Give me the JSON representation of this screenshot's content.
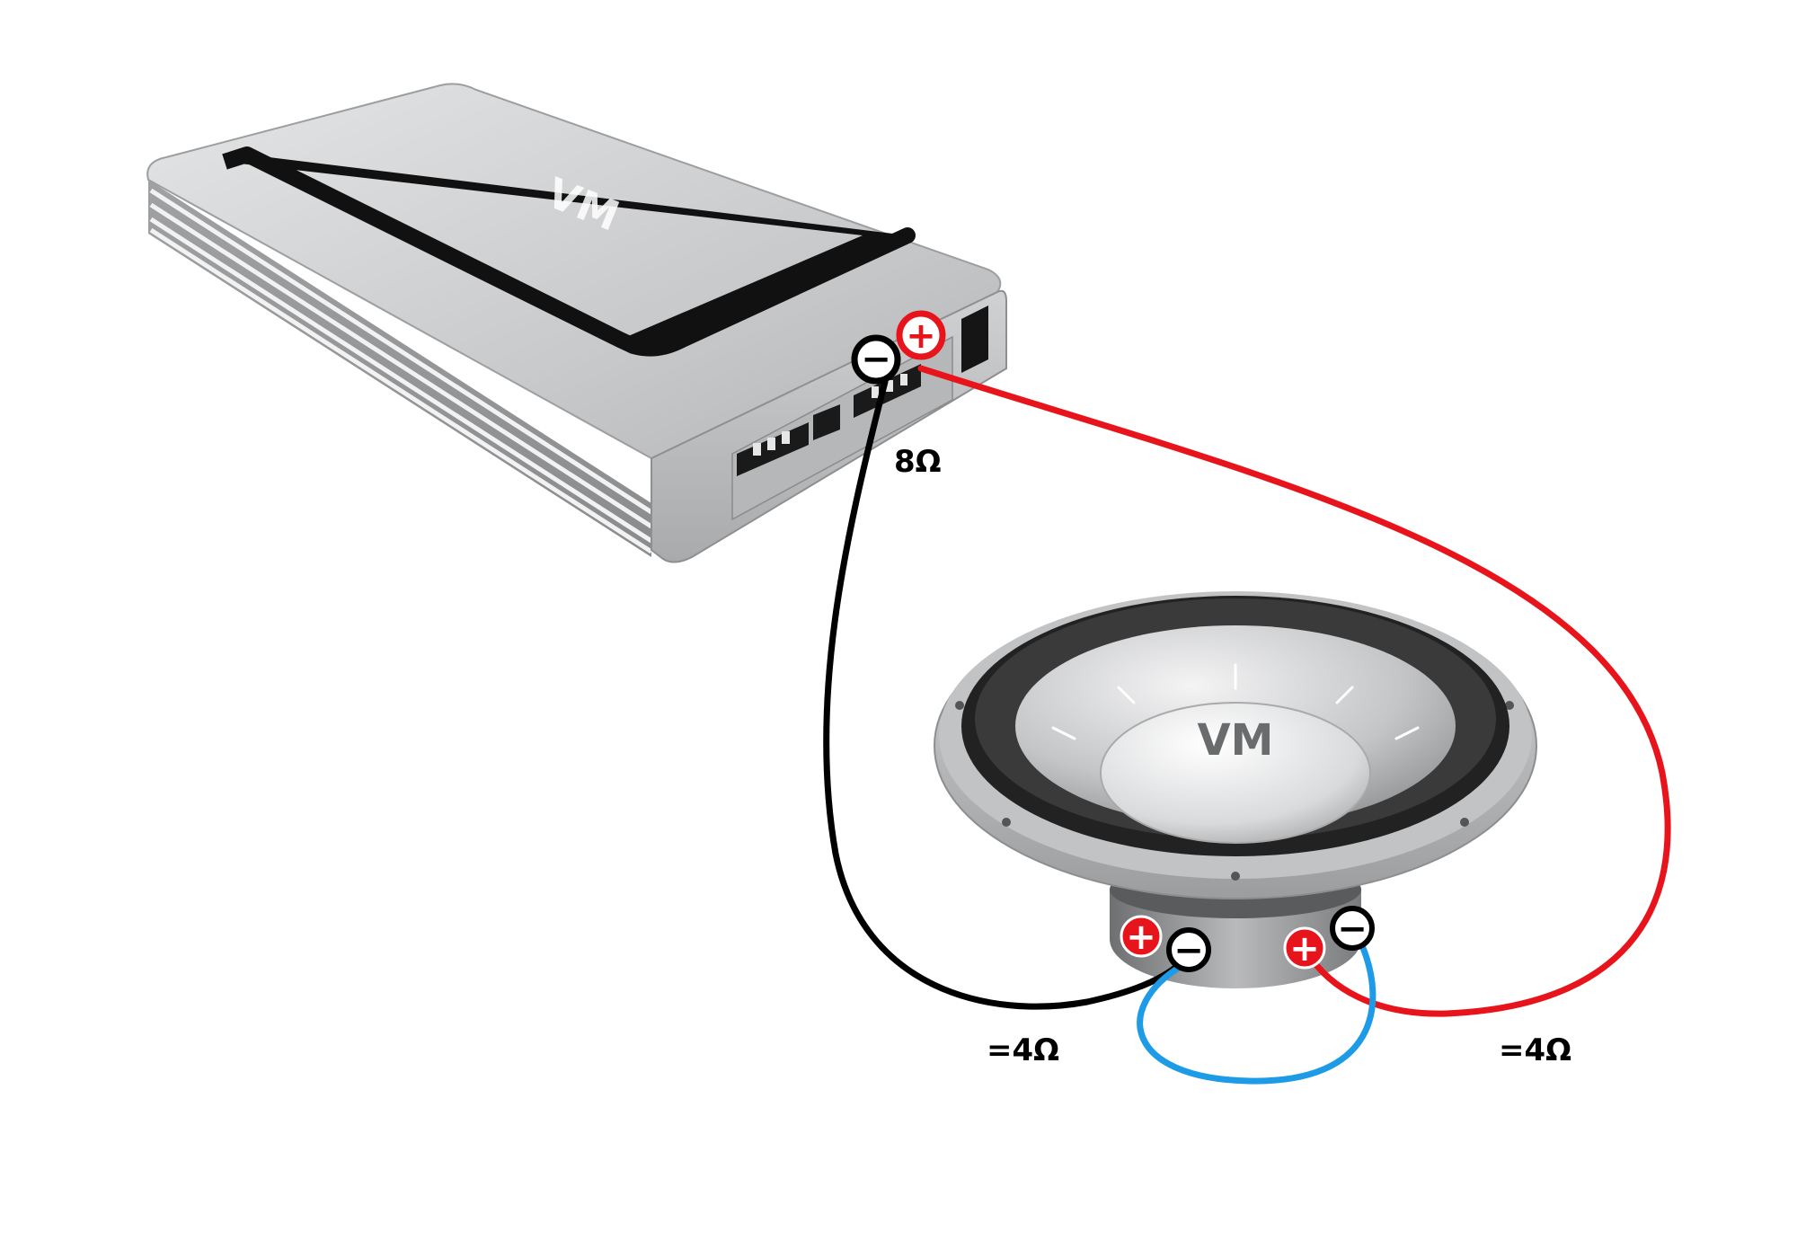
{
  "labels": {
    "amp_impedance": "8Ω",
    "coil_left_impedance": "=4Ω",
    "coil_right_impedance": "=4Ω"
  },
  "terminals": {
    "amp_negative": "−",
    "amp_positive": "+",
    "coil1_positive": "+",
    "coil1_negative": "−",
    "coil2_positive": "+",
    "coil2_negative": "−"
  },
  "logos": {
    "amplifier": "VM",
    "subwoofer": "VM"
  },
  "colors": {
    "positive_wire": "#e8141c",
    "negative_wire": "#000000",
    "jumper_wire": "#1e9be6",
    "positive_terminal": "#e8141c",
    "negative_terminal": "#000000",
    "amp_body": "#c7c8ca",
    "speaker_surround": "#2a2a2a"
  }
}
